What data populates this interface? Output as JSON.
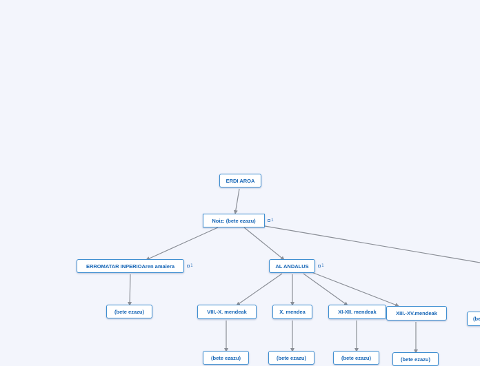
{
  "colors": {
    "background": "#f3f5fc",
    "node_border": "#3f8fd1",
    "node_text": "#1565b6",
    "connector": "#8a8e96"
  },
  "nodes": {
    "root": "ERDI AROA",
    "noiz": "Noiz: (bete ezazu)",
    "erromatar": "ERROMATAR INPERIOAren amaiera",
    "erromatar_child": "(bete ezazu)",
    "al_andalus": "AL ANDALUS",
    "viii_x": "VIII.-X. mendeak",
    "x": "X. mendea",
    "xi_xii": "XI-XII. mendeak",
    "xiii_xv": "XIII.-XV.mendeak",
    "viii_x_child": "(bete ezazu)",
    "x_child": "(bete ezazu)",
    "xi_xii_child": "(bete ezazu)",
    "xiii_xv_child": "(bete ezazu)",
    "right_partial": "(be"
  },
  "badges": {
    "noiz": "1",
    "erromatar": "1",
    "al_andalus": "1"
  },
  "icons": {
    "badge": "note-icon"
  }
}
